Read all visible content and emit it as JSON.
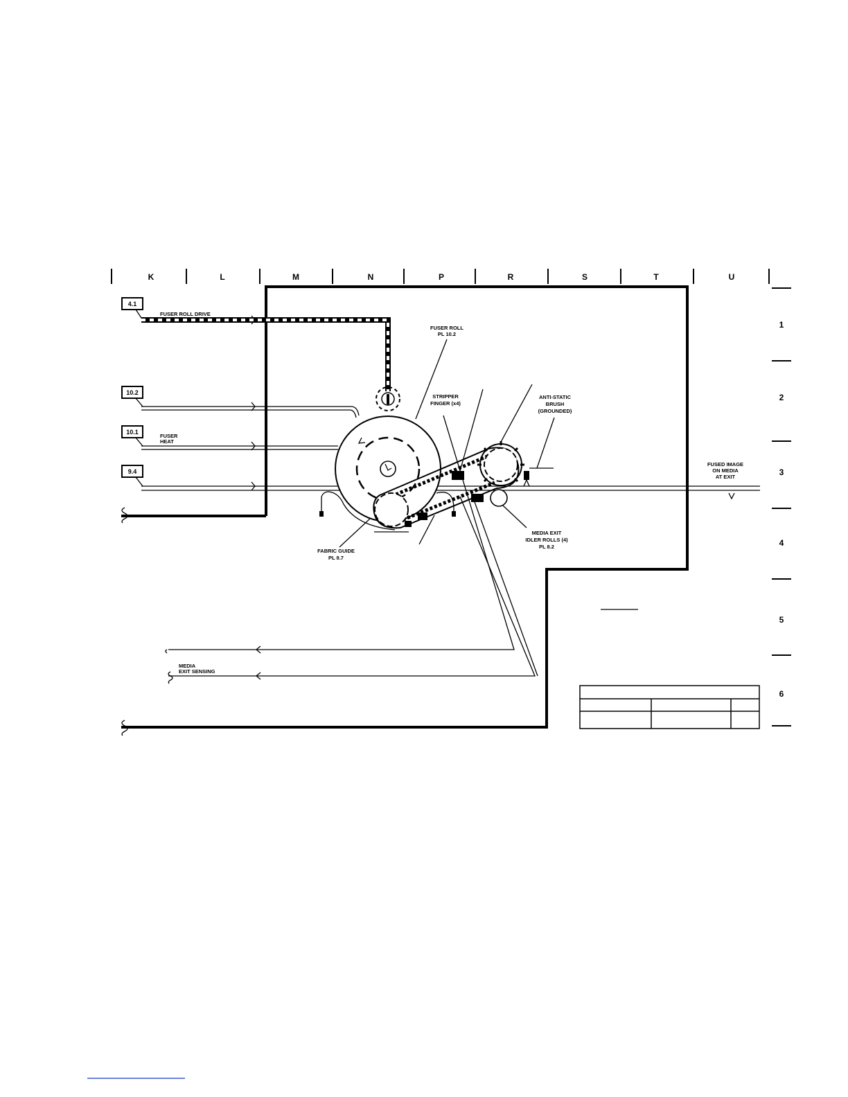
{
  "grid": {
    "columns": [
      "K",
      "L",
      "M",
      "N",
      "P",
      "R",
      "S",
      "T",
      "U"
    ],
    "rows": [
      "1",
      "2",
      "3",
      "4",
      "5",
      "6"
    ]
  },
  "references": [
    "4.1",
    "10.2",
    "10.1",
    "9.4"
  ],
  "signals": {
    "fuser_roll_drive": "FUSER ROLL DRIVE",
    "fuser_heat_line1": "FUSER",
    "fuser_heat_line2": "HEAT",
    "media_exit_sensing_line1": "MEDIA",
    "media_exit_sensing_line2": "EXIT SENSING"
  },
  "callouts": {
    "fuser_roll": [
      "FUSER ROLL",
      "PL 10.2"
    ],
    "stripper_finger": [
      "STRIPPER",
      "FINGER (x4)"
    ],
    "anti_static_brush": [
      "ANTI-STATIC",
      "BRUSH",
      "(GROUNDED)"
    ],
    "fused_image": [
      "FUSED IMAGE",
      "ON MEDIA",
      "AT EXIT"
    ],
    "media_exit_idler": [
      "MEDIA EXIT",
      "IDLER ROLLS (4)",
      "PL 8.2"
    ],
    "fabric_guide": [
      "FABRIC GUIDE",
      "PL 8.7"
    ]
  }
}
